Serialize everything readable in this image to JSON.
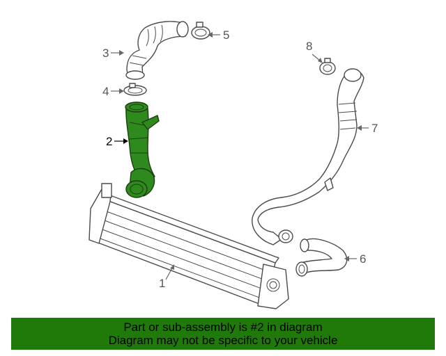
{
  "callouts": {
    "c1": "1",
    "c2": "2",
    "c3": "3",
    "c4": "4",
    "c5": "5",
    "c6": "6",
    "c7": "7",
    "c8": "8"
  },
  "highlighted_part": "2",
  "colors": {
    "highlight_fill": "#2f8a1e",
    "banner_background": "#1f7a0a",
    "line": "#4a4a4a"
  },
  "banner": {
    "line1": "Part or sub-assembly is #2 in diagram",
    "line2": "Diagram may not be specific to your vehicle"
  }
}
